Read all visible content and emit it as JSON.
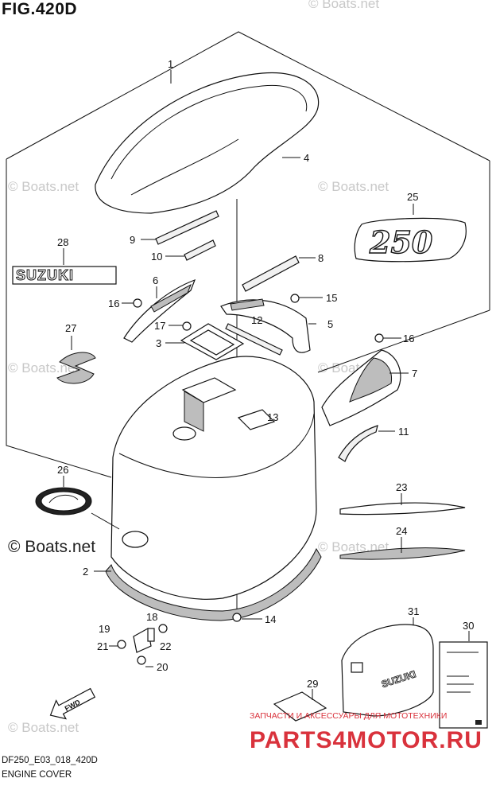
{
  "figure": {
    "title": "FIG.420D",
    "code": "DF250_E03_018_420D",
    "name": "ENGINE COVER"
  },
  "watermarks": {
    "small": "© Boats.net",
    "main": "© Boats.net"
  },
  "parts": {
    "p1": "1",
    "p2": "2",
    "p3": "3",
    "p4": "4",
    "p5": "5",
    "p6": "6",
    "p7": "7",
    "p8": "8",
    "p9": "9",
    "p10": "10",
    "p11": "11",
    "p12": "12",
    "p13": "13",
    "p14": "14",
    "p15": "15",
    "p16a": "16",
    "p16b": "16",
    "p17": "17",
    "p18": "18",
    "p19": "19",
    "p20": "20",
    "p21": "21",
    "p22": "22",
    "p23": "23",
    "p24": "24",
    "p25": "25",
    "p26": "26",
    "p27": "27",
    "p28": "28",
    "p29": "29",
    "p30": "30",
    "p31": "31"
  },
  "decals": {
    "model_number": "250",
    "brand": "SUZUKI",
    "fwd": "FWD"
  },
  "stamp": {
    "caption": "ЗАПЧАСТИ И АКСЕССУАРЫ ДЛЯ МОТОТЕХНИКИ",
    "site": "PARTS4MOTOR.RU",
    "color": "#d9323c"
  }
}
